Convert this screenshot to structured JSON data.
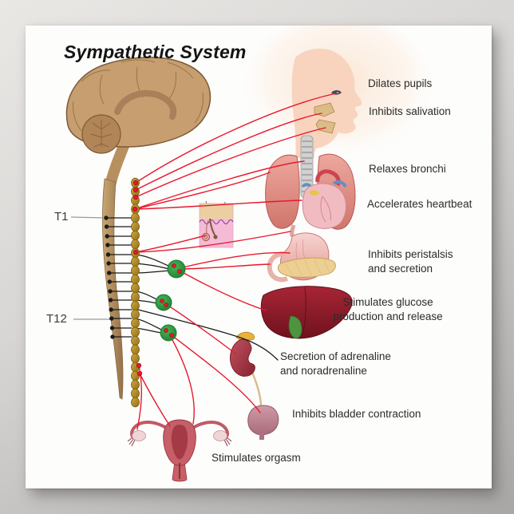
{
  "title": "Sympathetic System",
  "spine": {
    "t1": "T1",
    "t12": "T12"
  },
  "labels": {
    "dilates_pupils": "Dilates pupils",
    "inhibits_salivation": "Inhibits salivation",
    "relaxes_bronchi": "Relaxes bronchi",
    "accelerates_heartbeat": "Accelerates heartbeat",
    "inhibits_peristalsis": "Inhibits peristalsis\nand secretion",
    "stimulates_glucose": "Stimulates glucose\nproduction and release",
    "secretion_adrenaline": "Secretion of adrenaline\nand noradrenaline",
    "inhibits_bladder": "Inhibits bladder contraction",
    "stimulates_orgasm": "Stimulates orgasm"
  },
  "organs": [
    "brain",
    "spinal cord",
    "sympathetic chain",
    "eye",
    "salivary glands",
    "trachea",
    "lungs",
    "heart",
    "skin with sweat gland",
    "stomach",
    "pancreas",
    "liver",
    "gallbladder",
    "kidney",
    "adrenal gland",
    "urinary bladder",
    "uterus",
    "ovaries"
  ],
  "colors": {
    "nerve_red": "#e8182d",
    "nerve_black": "#1b1b1b",
    "ganglion_green": "#2f9e3f",
    "chain_gold": "#b08c2e",
    "cord_brown": "#b08a58",
    "brain_tan": "#c79e6f",
    "label_text": "#2b2b2b",
    "poster_bg": "#fdfdfc",
    "backdrop": "#b3b1af"
  }
}
